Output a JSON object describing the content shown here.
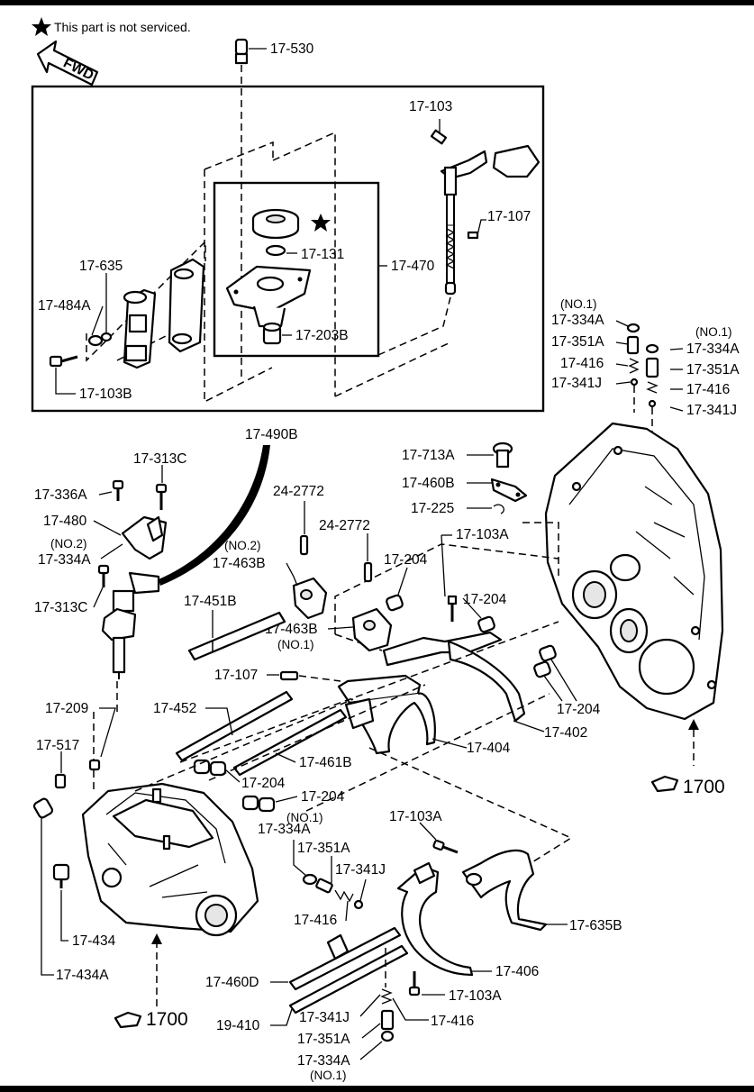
{
  "diagram": {
    "note": "This part is not serviced.",
    "fwd_label": "FWD",
    "labels": {
      "p17_530": "17-530",
      "p17_103": "17-103",
      "p17_107_top": "17-107",
      "p17_131": "17-131",
      "p17_470": "17-470",
      "p17_635": "17-635",
      "p17_484A": "17-484A",
      "p17_203B": "17-203B",
      "p17_103B": "17-103B",
      "p17_490B": "17-490B",
      "no1_a": "(NO.1)",
      "p17_334A_a": "17-334A",
      "p17_351A_a": "17-351A",
      "p17_416_a": "17-416",
      "p17_341J_a": "17-341J",
      "no1_b": "(NO.1)",
      "p17_334A_b": "17-334A",
      "p17_351A_b": "17-351A",
      "p17_416_b": "17-416",
      "p17_341J_b": "17-341J",
      "p17_313C_top": "17-313C",
      "p17_336A": "17-336A",
      "p17_480": "17-480",
      "no2_a": "(NO.2)",
      "p17_334A_c": "17-334A",
      "p17_313C_bot": "17-313C",
      "p24_2772_a": "24-2772",
      "p24_2772_b": "24-2772",
      "no2_b": "(NO.2)",
      "p17_463B_a": "17-463B",
      "p17_463B_b": "17-463B",
      "no1_c": "(NO.1)",
      "p17_451B": "17-451B",
      "p17_713A": "17-713A",
      "p17_460B": "17-460B",
      "p17_225": "17-225",
      "p17_103A_top": "17-103A",
      "p17_204_a": "17-204",
      "p17_204_b": "17-204",
      "p17_204_c": "17-204",
      "p17_204_d": "17-204",
      "p17_204_e": "17-204",
      "p17_107_mid": "17-107",
      "p17_452": "17-452",
      "p17_209": "17-209",
      "p17_404": "17-404",
      "p17_402": "17-402",
      "p17_461B": "17-461B",
      "p17_517": "17-517",
      "ref_1700_right": "1700",
      "no1_d": "(NO.1)",
      "p17_334A_d": "17-334A",
      "p17_351A_d": "17-351A",
      "p17_341J_d": "17-341J",
      "p17_416_d": "17-416",
      "p17_103A_mid": "17-103A",
      "p17_635B": "17-635B",
      "p17_434": "17-434",
      "p17_434A": "17-434A",
      "p17_406": "17-406",
      "p17_460D": "17-460D",
      "p17_103A_bot": "17-103A",
      "ref_1700_left": "1700",
      "p19_410": "19-410",
      "p17_341J_e": "17-341J",
      "p17_416_e": "17-416",
      "p17_351A_e": "17-351A",
      "p17_334A_e": "17-334A",
      "no1_e": "(NO.1)"
    }
  }
}
